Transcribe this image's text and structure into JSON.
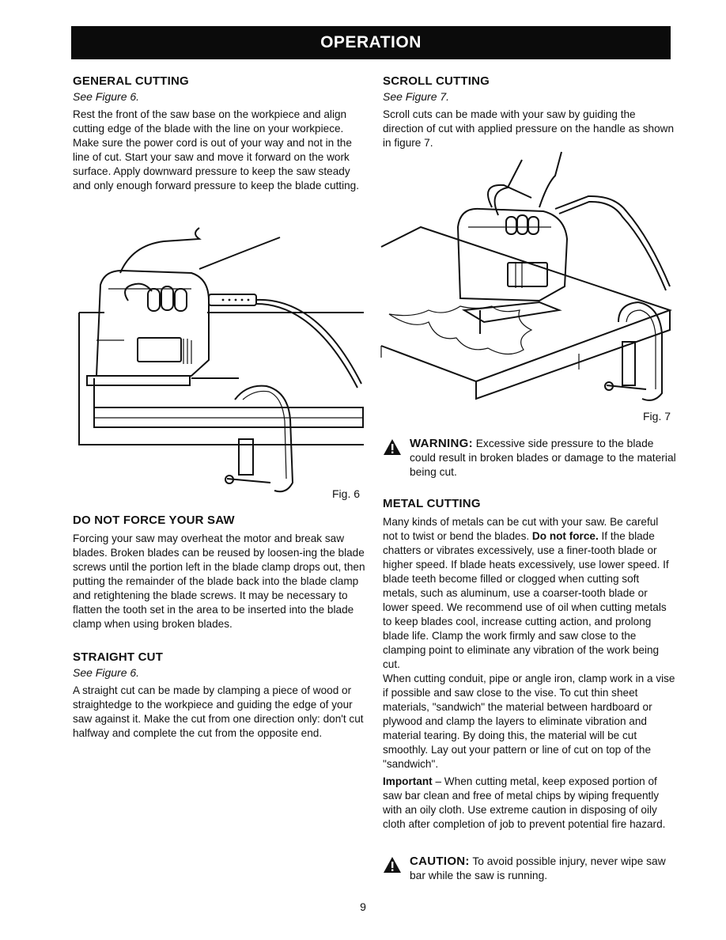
{
  "header": {
    "title": "OPERATION"
  },
  "left": {
    "general": {
      "heading": "GENERAL CUTTING",
      "see": "See Figure 6.",
      "body": "Rest the front of the saw base on the workpiece and align cutting edge of the blade with the line on your workpiece. Make sure the power cord is out of your way and not in the line of cut. Start your saw and move it forward on the work surface. Apply downward pressure to keep the saw steady and only enough forward pressure to keep the blade cutting."
    },
    "fig6": "Fig. 6",
    "force": {
      "heading": "DO NOT FORCE YOUR SAW",
      "body": "Forcing your saw may overheat the motor and break saw blades. Broken blades can be reused by loosen-ing the blade screws until the portion left in the blade clamp drops out, then putting the remainder of the blade back into the blade clamp and retightening the blade screws. It may be necessary to flatten the tooth set in the area to be inserted into the blade clamp when using broken blades."
    },
    "straight": {
      "heading": "STRAIGHT CUT",
      "see": "See Figure 6.",
      "body": "A straight cut can be made by clamping a piece of wood or straightedge to the workpiece and guiding the edge of your saw against it. Make the cut from one direction only: don't cut halfway and complete the cut from the opposite end."
    }
  },
  "right": {
    "scroll": {
      "heading": "SCROLL CUTTING",
      "see": "See Figure 7.",
      "body": "Scroll cuts can be made with your saw by guiding the direction of cut with applied pressure on the handle as shown in figure 7."
    },
    "fig7": "Fig. 7",
    "warning": {
      "label": "WARNING:",
      "text": " Excessive side pressure to the blade could result in broken blades or damage to the material being cut."
    },
    "metal": {
      "heading": "METAL CUTTING",
      "p1_a": "Many kinds of metals can be cut with your saw. Be careful not to twist or bend the blades. ",
      "p1_bold": "Do not force.",
      "p1_b": " If the blade chatters or vibrates excessively, use a finer-tooth blade or higher speed. If blade heats excessively, use lower speed. If blade teeth become filled or clogged when cutting soft metals, such as aluminum, use a coarser-tooth blade or lower speed. We recommend use of oil when cutting metals to keep blades cool, increase cutting action, and prolong blade life. Clamp the work firmly and saw close to the clamping point to eliminate any vibration of the work being cut.",
      "p2": "When cutting conduit, pipe or angle iron, clamp work in a vise if possible and saw close to the vise. To cut thin sheet materials, \"sandwich\" the material between hardboard or plywood and clamp the layers to eliminate vibration and material tearing. By doing this, the material will be cut smoothly. Lay out your pattern or line of cut on top of the \"sandwich\".",
      "p3_bold": "Important",
      "p3": " – When cutting metal, keep exposed portion of saw bar clean and free of metal chips by wiping frequently with an oily cloth. Use extreme caution in disposing of oily cloth after completion of job to prevent potential fire hazard."
    },
    "caution": {
      "label": "CAUTION:",
      "text": " To avoid possible injury, never wipe saw bar while the saw is running."
    }
  },
  "page_number": "9"
}
